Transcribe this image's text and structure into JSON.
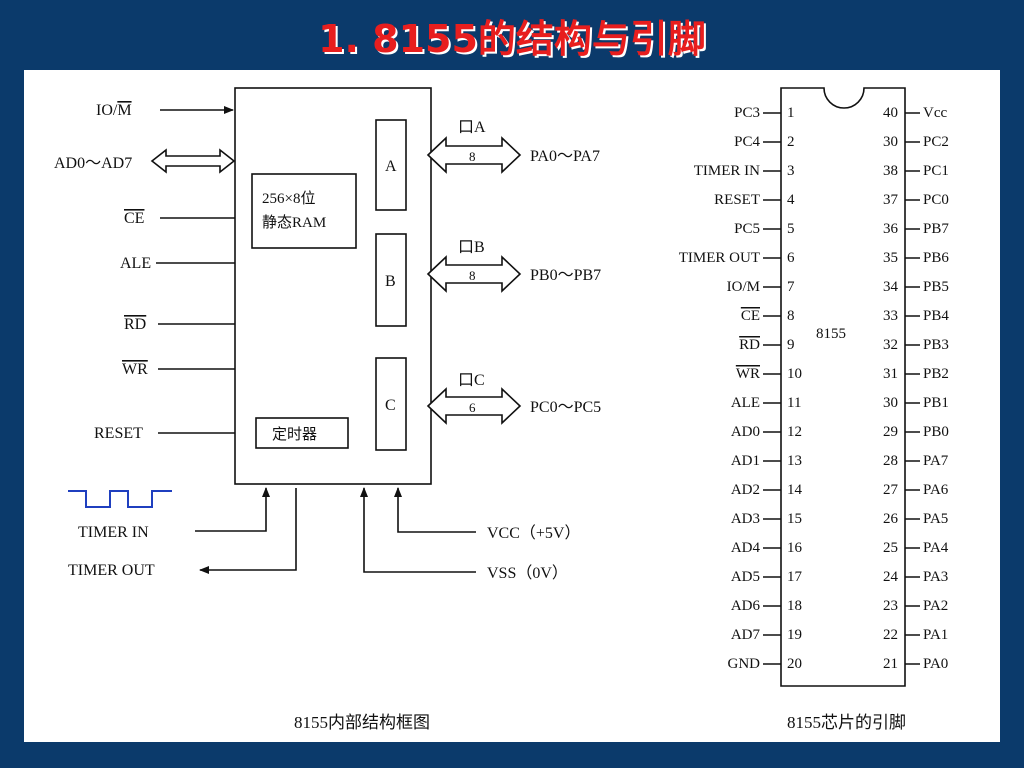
{
  "slide": {
    "title": "1. 8155的结构与引脚",
    "colors": {
      "background": "#0b3a6b",
      "title": "#e81e1e",
      "panel": "#ffffff",
      "waveform": "#1f3fbf"
    }
  },
  "block_diagram": {
    "caption": "8155内部结构框图",
    "left_signals": {
      "io_m_prefix": "IO/",
      "io_m_bar": "M",
      "ad": "AD0～AD7",
      "ce": "CE",
      "ale": "ALE",
      "rd": "RD",
      "wr": "WR",
      "reset": "RESET"
    },
    "ram_line1": "256×8位",
    "ram_line2": "静态RAM",
    "timer": "定时器",
    "ports": [
      {
        "letter": "A",
        "port_label": "口A",
        "width": "8",
        "pins": "PA0～PA7"
      },
      {
        "letter": "B",
        "port_label": "口B",
        "width": "8",
        "pins": "PB0～PB7"
      },
      {
        "letter": "C",
        "port_label": "口C",
        "width": "6",
        "pins": "PC0～PC5"
      }
    ],
    "timer_in": "TIMER IN",
    "timer_out": "TIMER OUT",
    "vcc": "VCC（+5V）",
    "vss": "VSS（0V）"
  },
  "pinout": {
    "caption": "8155芯片的引脚",
    "chip_label": "8155",
    "left_pins": [
      {
        "num": "1",
        "name": "PC3"
      },
      {
        "num": "2",
        "name": "PC4"
      },
      {
        "num": "3",
        "name": "TIMER IN"
      },
      {
        "num": "4",
        "name": "RESET"
      },
      {
        "num": "5",
        "name": "PC5"
      },
      {
        "num": "6",
        "name": "TIMER OUT"
      },
      {
        "num": "7",
        "name": "IO/M"
      },
      {
        "num": "8",
        "name": "CE"
      },
      {
        "num": "9",
        "name": "RD"
      },
      {
        "num": "10",
        "name": "WR"
      },
      {
        "num": "11",
        "name": "ALE"
      },
      {
        "num": "12",
        "name": "AD0"
      },
      {
        "num": "13",
        "name": "AD1"
      },
      {
        "num": "14",
        "name": "AD2"
      },
      {
        "num": "15",
        "name": "AD3"
      },
      {
        "num": "16",
        "name": "AD4"
      },
      {
        "num": "17",
        "name": "AD5"
      },
      {
        "num": "18",
        "name": "AD6"
      },
      {
        "num": "19",
        "name": "AD7"
      },
      {
        "num": "20",
        "name": "GND"
      }
    ],
    "right_pins": [
      {
        "num": "40",
        "name": "Vcc"
      },
      {
        "num": "30",
        "name": "PC2"
      },
      {
        "num": "38",
        "name": "PC1"
      },
      {
        "num": "37",
        "name": "PC0"
      },
      {
        "num": "36",
        "name": "PB7"
      },
      {
        "num": "35",
        "name": "PB6"
      },
      {
        "num": "34",
        "name": "PB5"
      },
      {
        "num": "33",
        "name": "PB4"
      },
      {
        "num": "32",
        "name": "PB3"
      },
      {
        "num": "31",
        "name": "PB2"
      },
      {
        "num": "30",
        "name": "PB1"
      },
      {
        "num": "29",
        "name": "PB0"
      },
      {
        "num": "28",
        "name": "PA7"
      },
      {
        "num": "27",
        "name": "PA6"
      },
      {
        "num": "26",
        "name": "PA5"
      },
      {
        "num": "25",
        "name": "PA4"
      },
      {
        "num": "24",
        "name": "PA3"
      },
      {
        "num": "23",
        "name": "PA2"
      },
      {
        "num": "22",
        "name": "PA1"
      },
      {
        "num": "21",
        "name": "PA0"
      }
    ]
  }
}
